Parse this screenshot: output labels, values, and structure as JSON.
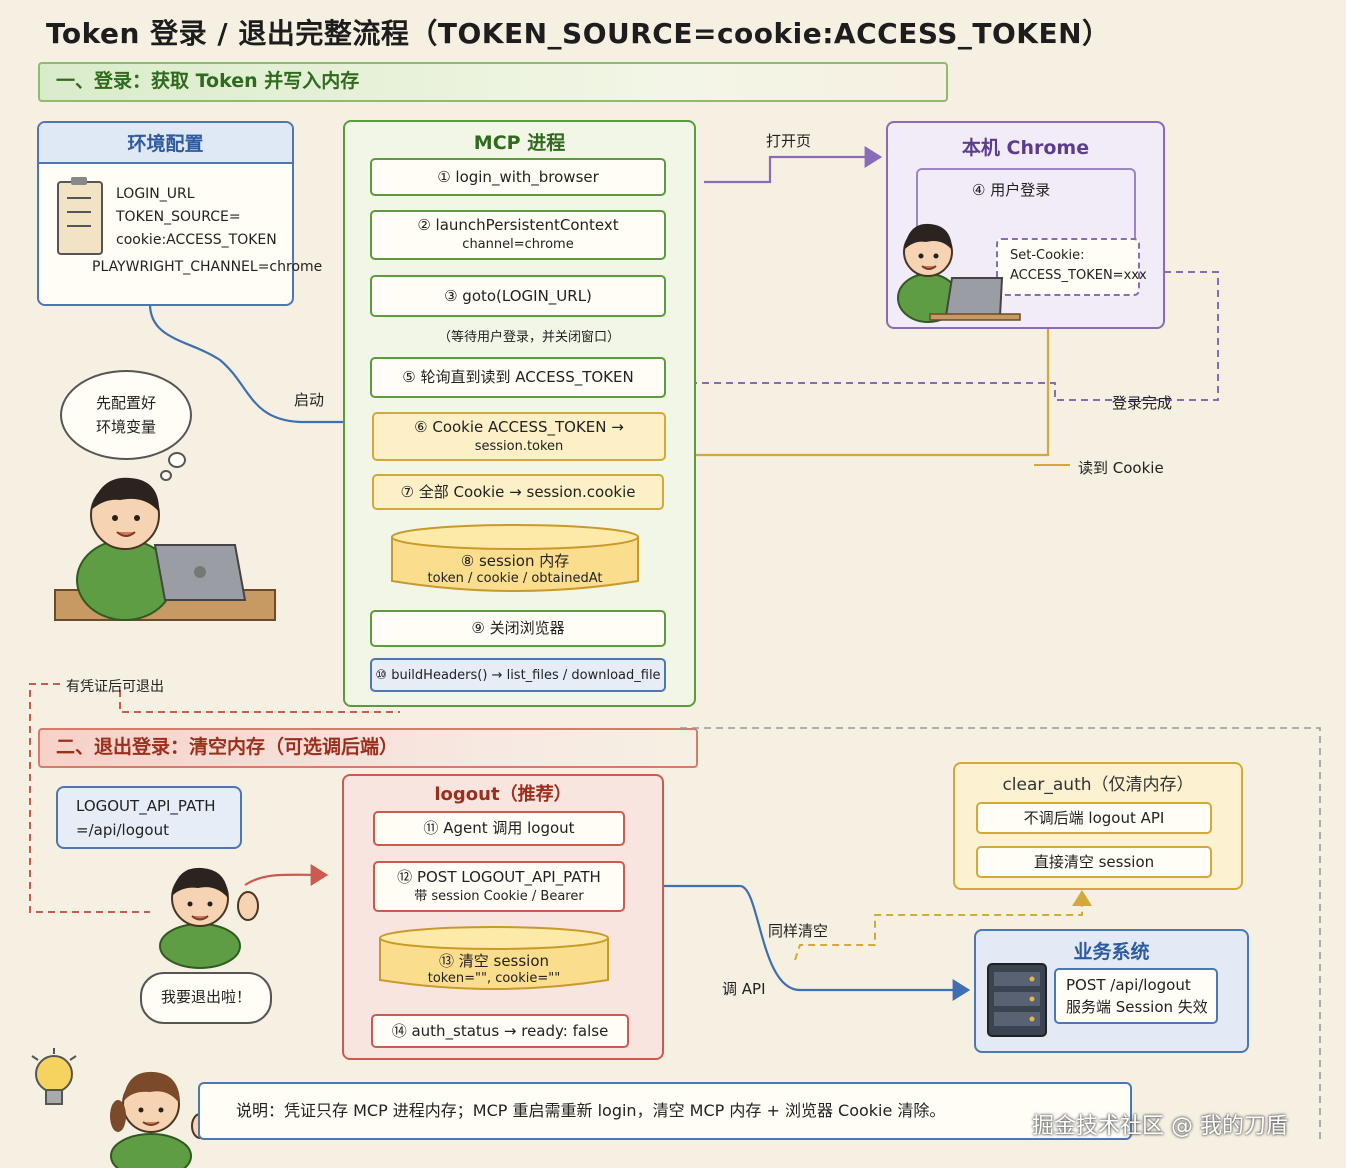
{
  "title": "Token 登录 / 退出完整流程（TOKEN_SOURCE=cookie:ACCESS_TOKEN）",
  "section1": "一、登录：获取 Token 并写入内存",
  "section2": "二、退出登录：清空内存（可选调后端）",
  "env": {
    "title": "环境配置",
    "lines": [
      "LOGIN_URL",
      "TOKEN_SOURCE=",
      "cookie:ACCESS_TOKEN",
      "PLAYWRIGHT_CHANNEL=chrome"
    ]
  },
  "mcp": {
    "title": "MCP 进程",
    "steps": [
      {
        "l1": "① login_with_browser",
        "l2": ""
      },
      {
        "l1": "② launchPersistentContext",
        "l2": "channel=chrome"
      },
      {
        "l1": "③ goto(LOGIN_URL)",
        "l2": ""
      },
      {
        "l1": "⑤ 轮询直到读到 ACCESS_TOKEN",
        "l2": ""
      },
      {
        "l1": "⑥ Cookie ACCESS_TOKEN →",
        "l2": "session.token"
      },
      {
        "l1": "⑦ 全部 Cookie → session.cookie",
        "l2": ""
      },
      {
        "l1": "⑧ session 内存",
        "l2": "token / cookie / obtainedAt"
      },
      {
        "l1": "⑨ 关闭浏览器",
        "l2": ""
      },
      {
        "l1": "⑩ buildHeaders() → list_files / download_file",
        "l2": ""
      }
    ],
    "wait_note": "（等待用户登录，并关闭窗口）"
  },
  "chrome": {
    "title": "本机 Chrome",
    "step4": "④ 用户登录",
    "cookie_l1": "Set-Cookie:",
    "cookie_l2": "ACCESS_TOKEN=xxx"
  },
  "labels": {
    "open_page": "打开页",
    "start": "启动",
    "login_done": "登录完成",
    "read_cookie": "读到 Cookie",
    "can_logout": "有凭证后可退出",
    "same_clear": "同样清空",
    "call_api": "调 API"
  },
  "bubbles": {
    "config": [
      "先配置好",
      "环境变量"
    ],
    "logout": "我要退出啦！"
  },
  "logout_api": [
    "LOGOUT_API_PATH",
    "=/api/logout"
  ],
  "logout": {
    "title": "logout（推荐）",
    "steps": [
      {
        "l1": "⑪ Agent 调用 logout",
        "l2": ""
      },
      {
        "l1": "⑫ POST LOGOUT_API_PATH",
        "l2": "带 session Cookie / Bearer"
      },
      {
        "l1": "⑬ 清空 session",
        "l2": "token=\"\", cookie=\"\""
      },
      {
        "l1": "⑭ auth_status → ready: false",
        "l2": ""
      }
    ]
  },
  "clear_auth": {
    "title": "clear_auth（仅清内存）",
    "items": [
      "不调后端 logout API",
      "直接清空 session"
    ]
  },
  "biz": {
    "title": "业务系统",
    "l1": "POST /api/logout",
    "l2": "服务端 Session 失效"
  },
  "footer": "说明：凭证只存 MCP 进程内存；MCP 重启需重新 login，清空 MCP 内存 + 浏览器 Cookie 清除。",
  "watermark": "掘金技术社区 @ 我的刀盾",
  "colors": {
    "green": "#5b9b3e",
    "purple": "#8a6bb8",
    "yellow": "#d3a93a",
    "red": "#cc5b4f",
    "blue": "#4d76b5"
  }
}
